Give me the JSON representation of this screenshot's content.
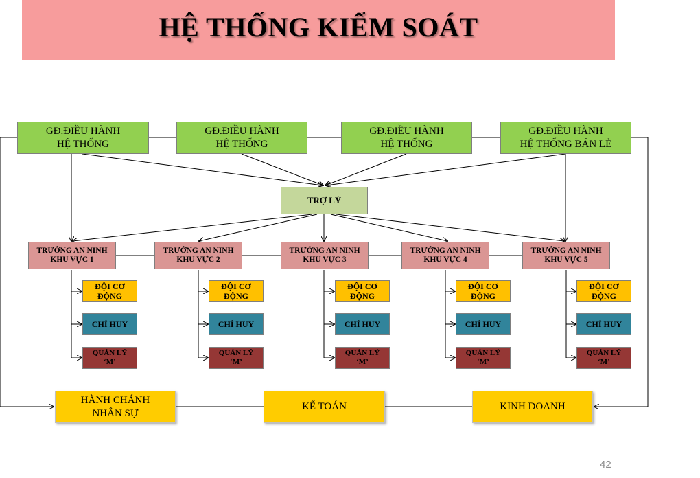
{
  "title": "HỆ THỐNG KIỂM SOÁT",
  "directors": [
    {
      "line1": "GĐ.ĐIỀU  HÀNH",
      "line2": "HỆ THỐNG"
    },
    {
      "line1": "GĐ.ĐIỀU  HÀNH",
      "line2": "HỆ THỐNG"
    },
    {
      "line1": "GĐ.ĐIỀU  HÀNH",
      "line2": "HỆ THỐNG"
    },
    {
      "line1": "GĐ.ĐIỀU  HÀNH",
      "line2": "HỆ THỐNG BÁN LẺ"
    }
  ],
  "assistant": "TRỢ LÝ",
  "security_heads": [
    {
      "line1": "TRƯỞNG AN NINH",
      "line2": "KHU  VỰC 1"
    },
    {
      "line1": "TRƯỞNG AN NINH",
      "line2": "KHU VỰC 2"
    },
    {
      "line1": "TRƯỞNG AN NINH",
      "line2": "KHU VỰC 3"
    },
    {
      "line1": "TRƯỞNG AN NINH",
      "line2": "KHU VỰC 4"
    },
    {
      "line1": "TRƯỞNG AN NINH",
      "line2": "KHU VỰC 5"
    }
  ],
  "sub_units": {
    "mobile_team": {
      "line1": "ĐỘI CƠ",
      "line2": "ĐỘNG"
    },
    "commander": "CHỈ HUY",
    "manager": {
      "line1": "QUẢN LÝ",
      "line2": "‘M’"
    }
  },
  "departments": [
    {
      "line1": "HÀNH CHÁNH",
      "line2": "NHÂN SỰ"
    },
    {
      "line1": "KẾ TOÁN",
      "line2": ""
    },
    {
      "line1": "KINH DOANH",
      "line2": ""
    }
  ],
  "page_number": "42",
  "colors": {
    "banner": "#f79c9c",
    "director": "#92d050",
    "assistant": "#c4d79b",
    "security_head": "#da9694",
    "mobile_team": "#ffc000",
    "commander": "#31849b",
    "manager": "#953735",
    "department": "#ffcc00"
  }
}
